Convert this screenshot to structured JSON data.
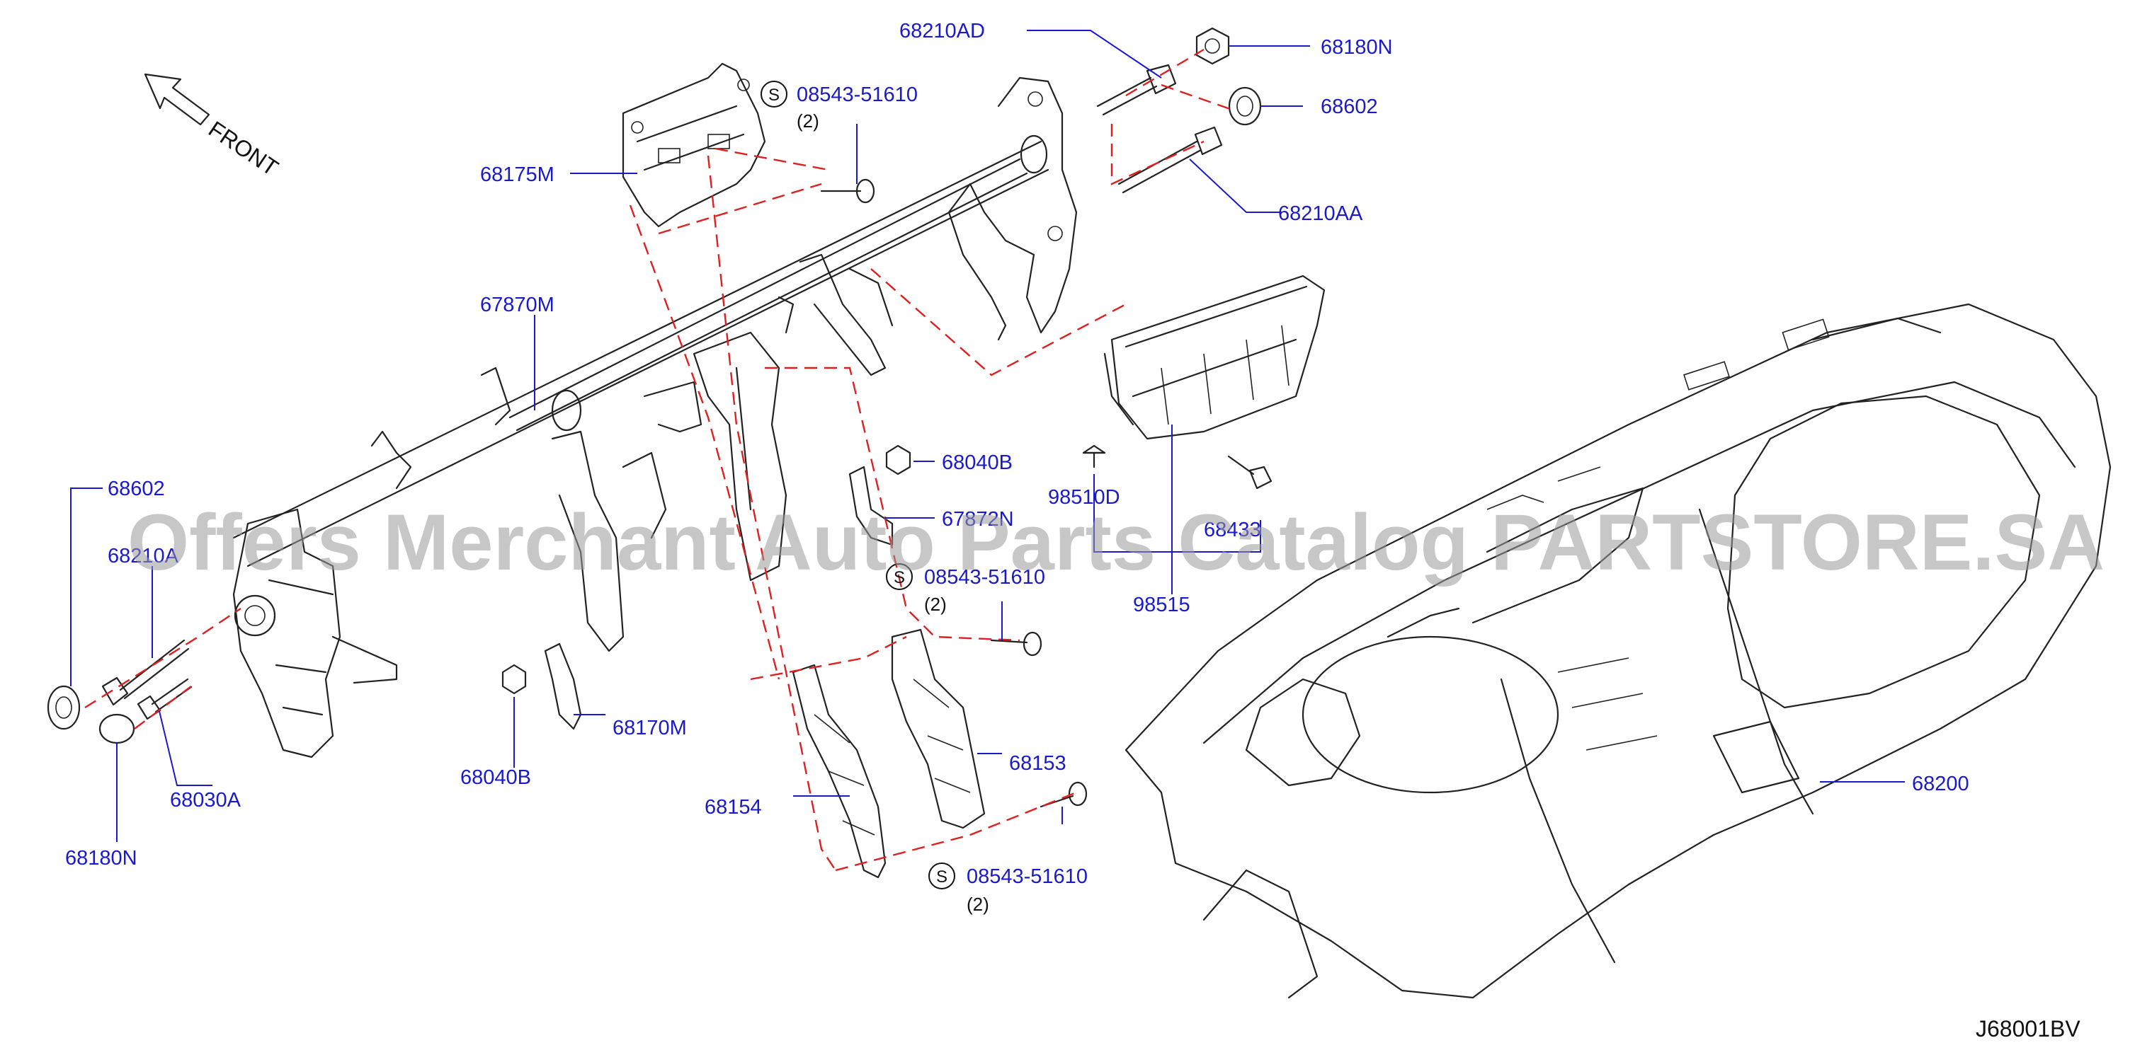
{
  "watermark": "Offers Merchant Auto Parts Catalog PARTSTORE.SA",
  "diagram_code": "J68001BV",
  "front_label": "FRONT",
  "callouts": {
    "c68210AD": "68210AD",
    "c68180N_top": "68180N",
    "c68602_top": "68602",
    "c68210AA": "68210AA",
    "c68175M": "68175M",
    "c67870M": "67870M",
    "c68602_left": "68602",
    "c68210A_left": "68210A",
    "c68030A": "68030A",
    "c68180N_left": "68180N",
    "c68040B_mid": "68040B",
    "c67872N": "67872N",
    "c68170M": "68170M",
    "c68040B_left": "68040B",
    "c68153": "68153",
    "c68154": "68154",
    "c98510D": "98510D",
    "c98515": "98515",
    "c68433": "68433",
    "c68200": "68200"
  },
  "screw_callouts": [
    {
      "symbol": "S",
      "part": "08543-51610",
      "qty": "(2)"
    },
    {
      "symbol": "S",
      "part": "08543-51610",
      "qty": "(2)"
    },
    {
      "symbol": "S",
      "part": "08543-51610",
      "qty": "(2)"
    }
  ],
  "colors": {
    "callout_text": "#1a1acc",
    "dashed_guides": "#e02020",
    "line_art": "#222222",
    "watermark": "#9a9a9a"
  }
}
